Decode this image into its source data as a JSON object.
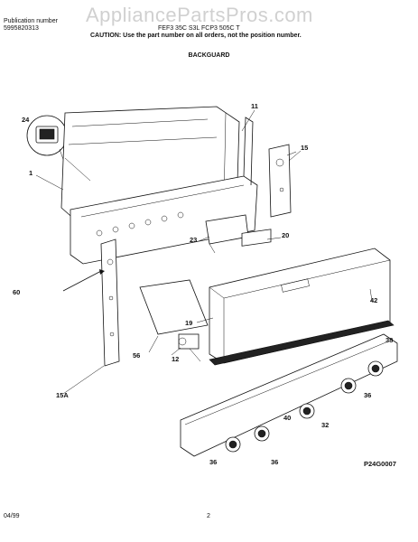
{
  "header": {
    "publication_label": "Publication number",
    "publication_number": "5995820313",
    "model_text": "FEF3 35C S3L FCP3 505C T",
    "caution": "CAUTION:  Use the part number on all orders, not the position number."
  },
  "watermark": "AppliancePartsPros.com",
  "section_title": "BACKGUARD",
  "callouts": {
    "c1": "1",
    "c11": "11",
    "c12": "12",
    "c15": "15",
    "c15a": "15A",
    "c19": "19",
    "c20": "20",
    "c23": "23",
    "c24": "24",
    "c32": "32",
    "c36a": "36",
    "c36b": "36",
    "c36c": "36",
    "c38": "38",
    "c40": "40",
    "c42": "42",
    "c56": "56",
    "c60": "60"
  },
  "diagram_code": "P24G0007",
  "footer": {
    "date": "04/99",
    "page": "2"
  }
}
